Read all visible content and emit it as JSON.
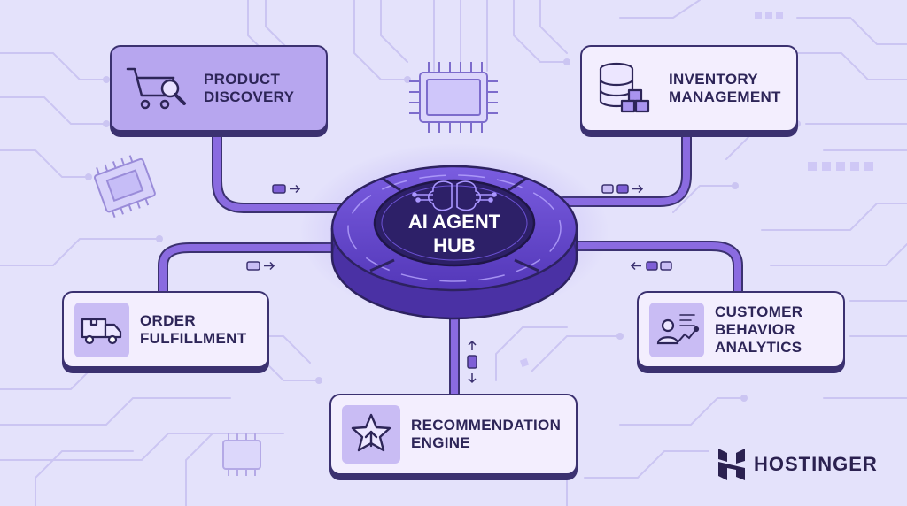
{
  "hub": {
    "line1": "AI AGENT",
    "line2": "HUB"
  },
  "nodes": {
    "product_discovery": {
      "line1": "PRODUCT",
      "line2": "DISCOVERY",
      "icon": "shopping-cart-search-icon"
    },
    "inventory_management": {
      "line1": "INVENTORY",
      "line2": "MANAGEMENT",
      "icon": "database-boxes-icon"
    },
    "order_fulfillment": {
      "line1": "ORDER",
      "line2": "FULFILLMENT",
      "icon": "delivery-truck-icon"
    },
    "customer_behavior_analytics": {
      "line1": "CUSTOMER",
      "line2": "BEHAVIOR",
      "line3": "ANALYTICS",
      "icon": "user-analytics-icon"
    },
    "recommendation_engine": {
      "line1": "RECOMMENDATION",
      "line2": "ENGINE",
      "icon": "star-arrow-icon"
    }
  },
  "brand": {
    "name": "HOSTINGER",
    "icon": "hostinger-logo-icon"
  },
  "colors": {
    "background": "#e4e2fb",
    "card_light": "#f3eefe",
    "card_purple": "#b7a6ef",
    "hub_dark": "#3a2a86",
    "connector": "#7e5fd6",
    "outline": "#3b3170"
  }
}
